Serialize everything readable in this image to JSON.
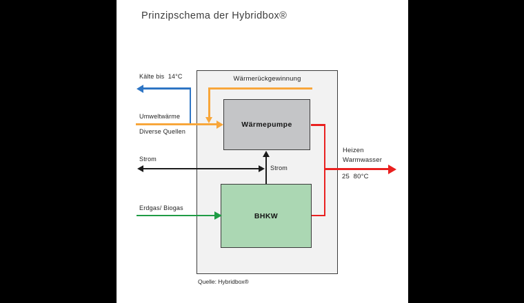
{
  "page": {
    "title": "Prinzipschema der Hybridbox®",
    "caption": "Quelle: Hybridbox®"
  },
  "diagram": {
    "boxes": {
      "heat_pump_label": "Wärmepumpe",
      "chp_label": "BHKW"
    },
    "flows": {
      "cold_output": {
        "label": "Kälte bis  14°C",
        "color": "#2e75c4"
      },
      "ambient_heat": {
        "label_top": "Umweltwärme",
        "label_bottom": "Diverse Quellen",
        "color": "#f8a63a"
      },
      "heat_recovery": {
        "label": "Wärmerückgewinnung",
        "color": "#f8a63a"
      },
      "electricity": {
        "label_left": "Strom",
        "label_mid": "Strom",
        "color": "#1b1b1b"
      },
      "gas_input": {
        "label": "Erdgas/ Biogas",
        "color": "#1f9c45"
      },
      "heat_output": {
        "label_line1": "Heizen",
        "label_line2": "Warmwasser",
        "label_temp": "25  80°C",
        "color": "#e9201f"
      }
    },
    "fills": {
      "container": "#f2f2f2",
      "heat_pump": "#c4c5c7",
      "chp": "#abd7b3"
    }
  }
}
